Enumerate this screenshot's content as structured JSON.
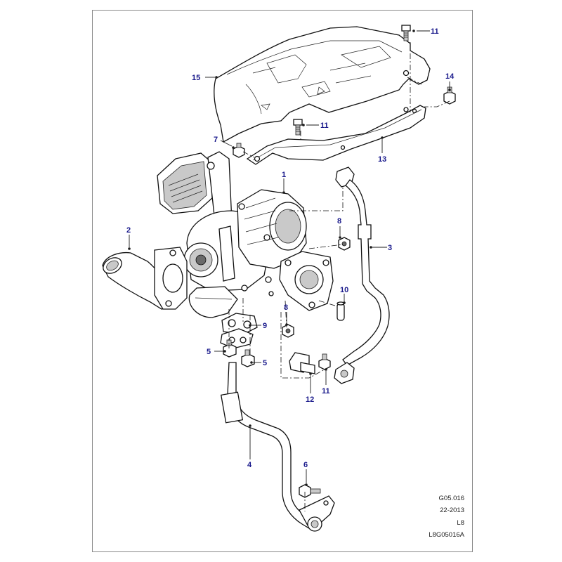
{
  "diagram": {
    "callouts": [
      {
        "id": "c1",
        "label": "1"
      },
      {
        "id": "c2",
        "label": "2"
      },
      {
        "id": "c3",
        "label": "3"
      },
      {
        "id": "c4",
        "label": "4"
      },
      {
        "id": "c5a",
        "label": "5"
      },
      {
        "id": "c5b",
        "label": "5"
      },
      {
        "id": "c6",
        "label": "6"
      },
      {
        "id": "c7",
        "label": "7"
      },
      {
        "id": "c8a",
        "label": "8"
      },
      {
        "id": "c8b",
        "label": "8"
      },
      {
        "id": "c9",
        "label": "9"
      },
      {
        "id": "c10",
        "label": "10"
      },
      {
        "id": "c11a",
        "label": "11"
      },
      {
        "id": "c11b",
        "label": "11"
      },
      {
        "id": "c11c",
        "label": "11"
      },
      {
        "id": "c12",
        "label": "12"
      },
      {
        "id": "c13",
        "label": "13"
      },
      {
        "id": "c14",
        "label": "14"
      },
      {
        "id": "c15",
        "label": "15"
      }
    ],
    "meta": {
      "figure_code": "G05.016",
      "date_code": "22-2013",
      "model_code": "L8",
      "drawing_id": "L8G05016A"
    },
    "colors": {
      "callout": "#1a1a8c",
      "line": "#111111",
      "frame": "#8a8a8a"
    }
  }
}
